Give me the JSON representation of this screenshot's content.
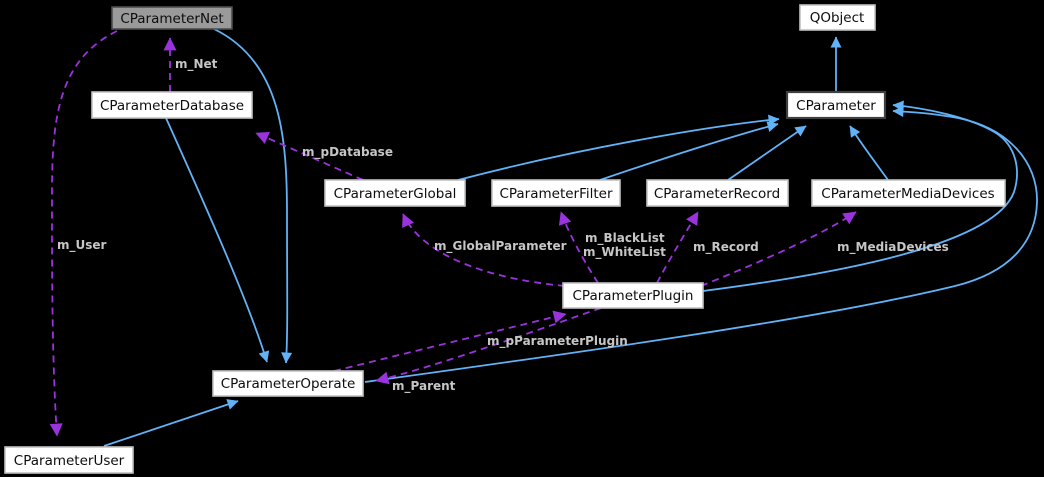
{
  "diagram": {
    "type": "class-collaboration-graph",
    "background": "#000000",
    "colors": {
      "inheritance_edge": "#61b2f7",
      "usage_edge": "#9a33dd",
      "edge_label_text": "#c6c6c6",
      "node_fill": "#ffffff",
      "node_border": "#c2c2c2",
      "focus_node_fill": "#9a9a9a",
      "highlight_border": "#3f3f3f",
      "node_text": "#0d0d0d"
    },
    "nodes": {
      "net": {
        "label": "CParameterNet"
      },
      "qobject": {
        "label": "QObject"
      },
      "database": {
        "label": "CParameterDatabase"
      },
      "parameter": {
        "label": "CParameter"
      },
      "global": {
        "label": "CParameterGlobal"
      },
      "filter": {
        "label": "CParameterFilter"
      },
      "record": {
        "label": "CParameterRecord"
      },
      "mediadevices": {
        "label": "CParameterMediaDevices"
      },
      "plugin": {
        "label": "CParameterPlugin"
      },
      "operate": {
        "label": "CParameterOperate"
      },
      "user": {
        "label": "CParameterUser"
      }
    },
    "edge_labels": {
      "m_net": "m_Net",
      "m_user": "m_User",
      "m_pdatabase": "m_pDatabase",
      "m_globalparameter": "m_GlobalParameter",
      "m_blacklist": "m_BlackList",
      "m_whitelist": "m_WhiteList",
      "m_record": "m_Record",
      "m_mediadevices": "m_MediaDevices",
      "m_pparameterplugin": "m_pParameterPlugin",
      "m_parent": "m_Parent"
    }
  }
}
